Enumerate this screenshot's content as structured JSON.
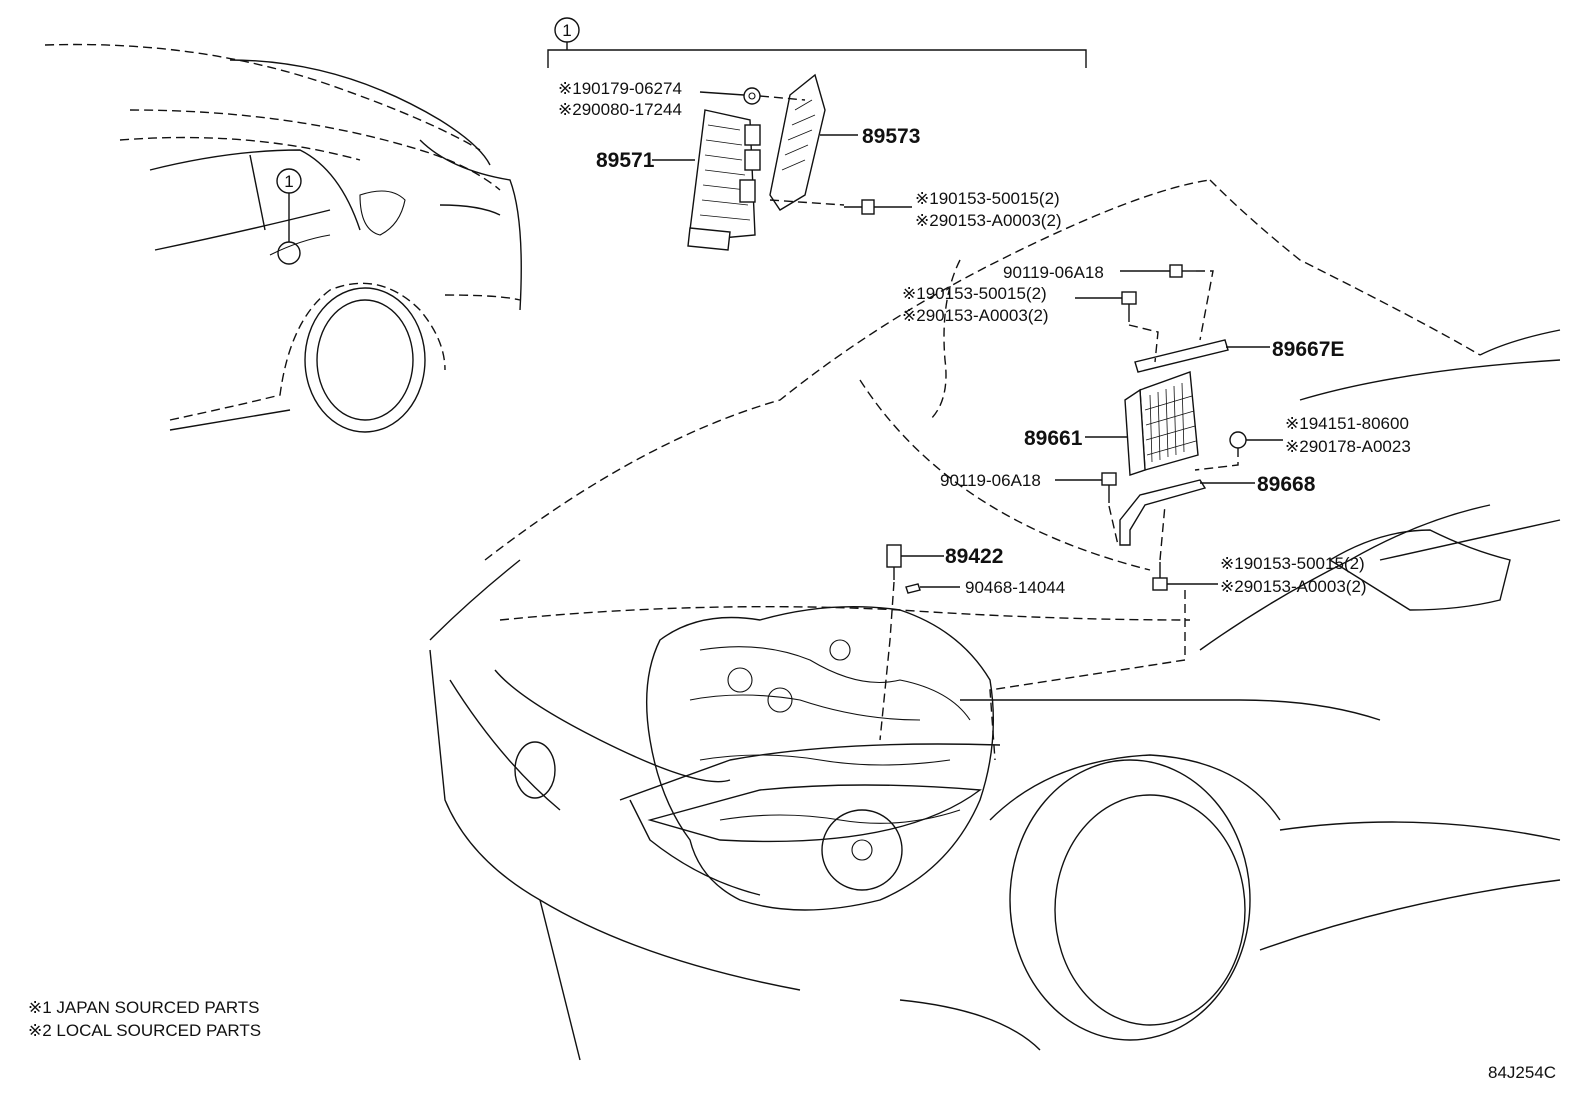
{
  "callout": {
    "number": "1"
  },
  "parts": {
    "ecu_upper": "89571",
    "bracket_upper": "89573",
    "upper_nut_jp": "※190179-06274",
    "upper_nut_local": "※290080-17244",
    "upper_bolt_jp": "※190153-50015(2)",
    "upper_bolt_local": "※290153-A0003(2)",
    "bolt_top": "90119-06A18",
    "mid_bolt_jp": "※190153-50015(2)",
    "mid_bolt_local": "※290153-A0003(2)",
    "bracket_top": "89667E",
    "ecu_engine": "89661",
    "nut_right_jp": "※194151-80600",
    "nut_right_local": "※290178-A0023",
    "bolt_left": "90119-06A18",
    "bracket_bottom": "89668",
    "sensor": "89422",
    "clip": "90468-14044",
    "lower_bolt_jp": "※190153-50015(2)",
    "lower_bolt_local": "※290153-A0003(2)"
  },
  "legend": {
    "japan": "※1 JAPAN SOURCED PARTS",
    "local": "※2 LOCAL SOURCED PARTS"
  },
  "diagram_code": "84J254C"
}
